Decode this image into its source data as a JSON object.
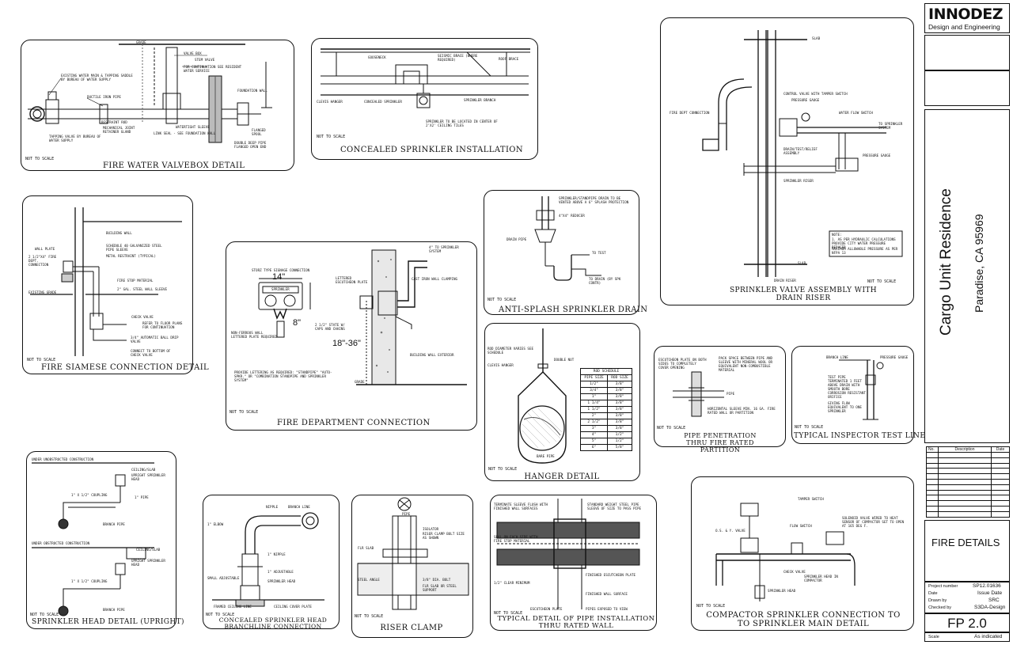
{
  "colors": {
    "ink": "#111111",
    "paper": "#ffffff",
    "gray": "#9a9a9a"
  },
  "sheet": {
    "type": "fire-protection-details-drawing"
  },
  "titleblock": {
    "logo": {
      "inno": "INNODEZ",
      "tagline": "Design and Engineering"
    },
    "project": "Cargo Unit Residence",
    "location": "Paradise, CA 95969",
    "revisions_header": [
      "No.",
      "Description",
      "Date"
    ],
    "sheet_title": "FIRE DETAILS",
    "info": [
      {
        "label": "Project number",
        "value": "SP12.01636"
      },
      {
        "label": "Date",
        "value": "Issue Date"
      },
      {
        "label": "Drawn by",
        "value": "SRC"
      },
      {
        "label": "Checked by",
        "value": "S3DA-Design"
      }
    ],
    "sheet_number": "FP 2.0",
    "scale_label": "Scale",
    "scale_value": "As indicated"
  },
  "details": {
    "valvebox": {
      "title": "FIRE WATER VALVEBOX DETAIL",
      "nts": "NOT TO SCALE",
      "notes": [
        "GRADE",
        "EXISTING WATER MAIN & TAPPING SADDLE BY BUREAU OF WATER SUPPLY",
        "TAPPING VALVE BY BUREAU OF WATER SUPPLY",
        "DUCTILE IRON PIPE",
        "RESTRAINT ROD",
        "MECHANICAL JOINT RETAINER GLAND",
        "VALVE BOX",
        "STEM VALVE",
        "FOR CONTINUATION SEE RESIDENT WATER SERVICE",
        "WATERTIGHT SLEEVE",
        "LINK SEAL - SEE FOUNDATION WALL",
        "FOUNDATION WALL",
        "FLANGED SPOOL",
        "DOUBLE DEEP PIPE FLANGED OPEN END"
      ]
    },
    "concealed": {
      "title": "CONCEALED SPRINKLER INSTALLATION",
      "nts": "NOT TO SCALE",
      "notes": [
        "GOOSENECK",
        "SEISMIC BRACE (WHERE REQUIRED)",
        "ROOF BRACE",
        "CLEVIS HANGER",
        "CONCEALED SPRINKLER",
        "SPRINKLER BRANCH",
        "SPRINKLER TO BE LOCATED IN CENTER OF 2'X2' CEILING TILES"
      ]
    },
    "siamese": {
      "title": "FIRE SIAMESE CONNECTION DETAIL",
      "nts": "NOT TO SCALE",
      "notes": [
        "BUILDING WALL",
        "WALL PLATE",
        "2 1/2\"X4\" FIRE DEPT. CONNECTION",
        "SCHEDULE 40 GALVANIZED STEEL PIPE SLEEVE",
        "METAL RESTRAINT (TYPICAL)",
        "FIRE STOP MATERIAL",
        "2\" GAL. STEEL WALL SLEEVE",
        "CHECK VALVE",
        "EXISTING GRADE",
        "REFER TO FLOOR PLANS FOR CONTINUATION",
        "3/4\" AUTOMATIC BALL DRIP VALVE",
        "CONNECT TO BOTTOM OF CHECK VALVE"
      ]
    },
    "fdc": {
      "title": "FIRE DEPARTMENT CONNECTION",
      "nts": "NOT TO SCALE",
      "dims": {
        "width": "14\"",
        "depth": "8\"",
        "height": "18\"-36\""
      },
      "notes": [
        "STORZ TYPE SIGNAGE CONNECTION",
        "SPRINKLER",
        "NON-FERROUS WALL LETTERED PLATE REQUIRED",
        "4\" TO SPRINKLER SYSTEM",
        "CAST IRON WALL CLAMPING",
        "LETTERED ESCUTCHEON PLATE",
        "2 1/2\" STATE W/ CAPS AND CHAINS",
        "BUILDING WALL EXTERIOR",
        "GRADE",
        "PROVIDE LETTERING AS REQUIRED: \"STANDPIPE\" \"AUTO-SPKR.\" OR \"COMBINATION STANDPIPE AND SPRINKLER SYSTEM\""
      ]
    },
    "antisplash": {
      "title": "ANTI-SPLASH SPRINKLER DRAIN",
      "nts": "NOT TO SCALE",
      "notes": [
        "SPRINKLER/STANDPIPE DRAIN TO BE VENTED ABOVE A 6\" SPLASH PROTECTION",
        "4\"X4\" REDUCER",
        "DRAIN PIPE",
        "TO TEST",
        "TO DRAIN (BY SPK CONTR)"
      ]
    },
    "hanger": {
      "title": "HANGER DETAIL",
      "nts": "NOT TO SCALE",
      "notes": [
        "ROD DIAMETER VARIES SEE SCHEDULE",
        "CLEVIS HANGER",
        "DOUBLE NUT",
        "BARE PIPE"
      ],
      "schedule": {
        "header": "ROD SCHEDULE",
        "cols": [
          "PIPE SIZE",
          "ROD SIZE"
        ],
        "rows": [
          [
            "1/2\"",
            "3/8\""
          ],
          [
            "3/4\"",
            "3/8\""
          ],
          [
            "1\"",
            "3/8\""
          ],
          [
            "1 1/4\"",
            "3/8\""
          ],
          [
            "1 1/2\"",
            "3/8\""
          ],
          [
            "2\"",
            "3/8\""
          ],
          [
            "2 1/2\"",
            "3/8\""
          ],
          [
            "3\"",
            "3/8\""
          ],
          [
            "4\"",
            "1/2\""
          ],
          [
            "5\"",
            "1/2\""
          ],
          [
            "6\"",
            "5/8\""
          ]
        ]
      }
    },
    "pipepen": {
      "title": "PIPE PENETRATION THRU FIRE RATED PARTITION",
      "nts": "NOT TO SCALE",
      "notes": [
        "ESCUTCHEON PLATE ON BOTH SIDES TO COMPLETELY COVER OPENING",
        "PACK SPACE BETWEEN PIPE AND SLEEVE WITH MINERAL WOOL OR EQUIVALENT NON-COMBUSTIBLE MATERIAL",
        "PIPE",
        "HORIZONTAL SLEEVE MIN. 16 Ga. FIRE RATED WALL OR PARTITION"
      ]
    },
    "inspector": {
      "title": "TYPICAL INSPECTOR TEST LINE",
      "nts": "NOT TO SCALE",
      "notes": [
        "BRANCH LINE",
        "PRESSURE GAUGE",
        "TEST PIPE TERMINATED 1 FEET ABOVE DRAIN WITH SMOOTH BORE CORROSION RESISTANT ORIFICE",
        "GIVING FLOW EQUIVALENT TO ONE SPRINKLER"
      ]
    },
    "valveassy": {
      "title": "SPRINKLER VALVE ASSEMBLY WITH DRAIN RISER",
      "nts": "NOT TO SCALE",
      "notes": [
        "SLAB",
        "FIRE DEPT CONNECTION",
        "CONTROL VALVE WITH TAMPER SWITCH",
        "PRESSURE GAUGE",
        "WATER FLOW SWITCH",
        "TO SPRINKLER SYSTEM",
        "DRAIN/TEST/RELIEF ASSEMBLY",
        "PRESSURE GAUGE",
        "SPRINKLER RISER",
        "SLAB",
        "DRAIN RISER"
      ],
      "callout": [
        "NOTE:",
        "1. AS PER HYDRAULIC CALCULATIONS PROVIDE CITY WATER PRESSURE REDUCER",
        "MAXIMUM ALLOWABLE PRESSURE AS PER NFPA 13"
      ]
    },
    "upright": {
      "title": "SPRINKLER HEAD DETAIL (UPRIGHT)",
      "nts": "NOT TO SCALE",
      "notes": [
        "UNDER UNOBSTRUCTED CONSTRUCTION",
        "CEILING/SLAB",
        "UPRIGHT SPRINKLER HEAD",
        "1\" X 1/2\" COUPLING",
        "1\" PIPE",
        "BRANCH PIPE",
        "UNDER OBSTRUCTED CONSTRUCTION",
        "CEILING/SLAB",
        "UPRIGHT SPRINKLER HEAD",
        "1\" X 1/2\" COUPLING",
        "BRANCH PIPE"
      ]
    },
    "concealedhead": {
      "title": "CONCEALED SPRINKLER HEAD",
      "title2": "BRANCHLINE CONNECTION",
      "nts": "NOT TO SCALE",
      "notes": [
        "NIPPLE",
        "BRANCH LINE",
        "1\" ELBOW",
        "1\" NIPPLE",
        "1\" ADJUSTABLE",
        "SPRINKLER HEAD",
        "SMALL ADJUSTABLE",
        "FRAMED CEILING LINE",
        "CEILING COVER PLATE"
      ]
    },
    "riser": {
      "title": "RISER CLAMP",
      "nts": "NOT TO SCALE",
      "notes": [
        "PIPE",
        "ISOLATOR",
        "RISER CLAMP BOLT SIZE AS SHOWN",
        "FLR SLAB",
        "STEEL ANGLE",
        "3/8\" DIA. BOLT",
        "FLR SLAB OR STEEL SUPPORT"
      ]
    },
    "wall": {
      "title": "TYPICAL DETAIL OF PIPE INSTALLATION",
      "title2": "THRU RATED WALL",
      "nts": "NOT TO SCALE",
      "notes": [
        "TERMINATE SLEEVE FLUSH WITH FINISHED WALL SURFACES",
        "STANDARD WEIGHT STEEL PIPE SLEEVE OF SIZE TO PASS PIPE",
        "SEAL ON EACH SIDE WITH FIRE STOP MATERIAL",
        "1/2\" CLEAR MINIMUM",
        "FINISHED ESCUTCHEON PLATE",
        "FINISHED WALL SURFACE",
        "ESCUTCHEON PLATE",
        "PIPES EXPOSED TO VIEW"
      ]
    },
    "compactor": {
      "title": "COMPACTOR SPRINKLER CONNECTION TO",
      "title2": "TO SPRINKLER MAIN DETAIL",
      "nts": "NOT TO SCALE",
      "notes": [
        "TAMPER SWITCH",
        "O.S. & Y. VALVE",
        "FLOW SWITCH",
        "SOLENOID VALVE WIRED TO HEAT SENSOR OF COMPACTOR SET TO OPEN AT 165 DEG F.",
        "CHECK VALVE",
        "SPRINKLER HEAD IN COMPACTOR",
        "SPRINKLER HEAD"
      ]
    }
  }
}
